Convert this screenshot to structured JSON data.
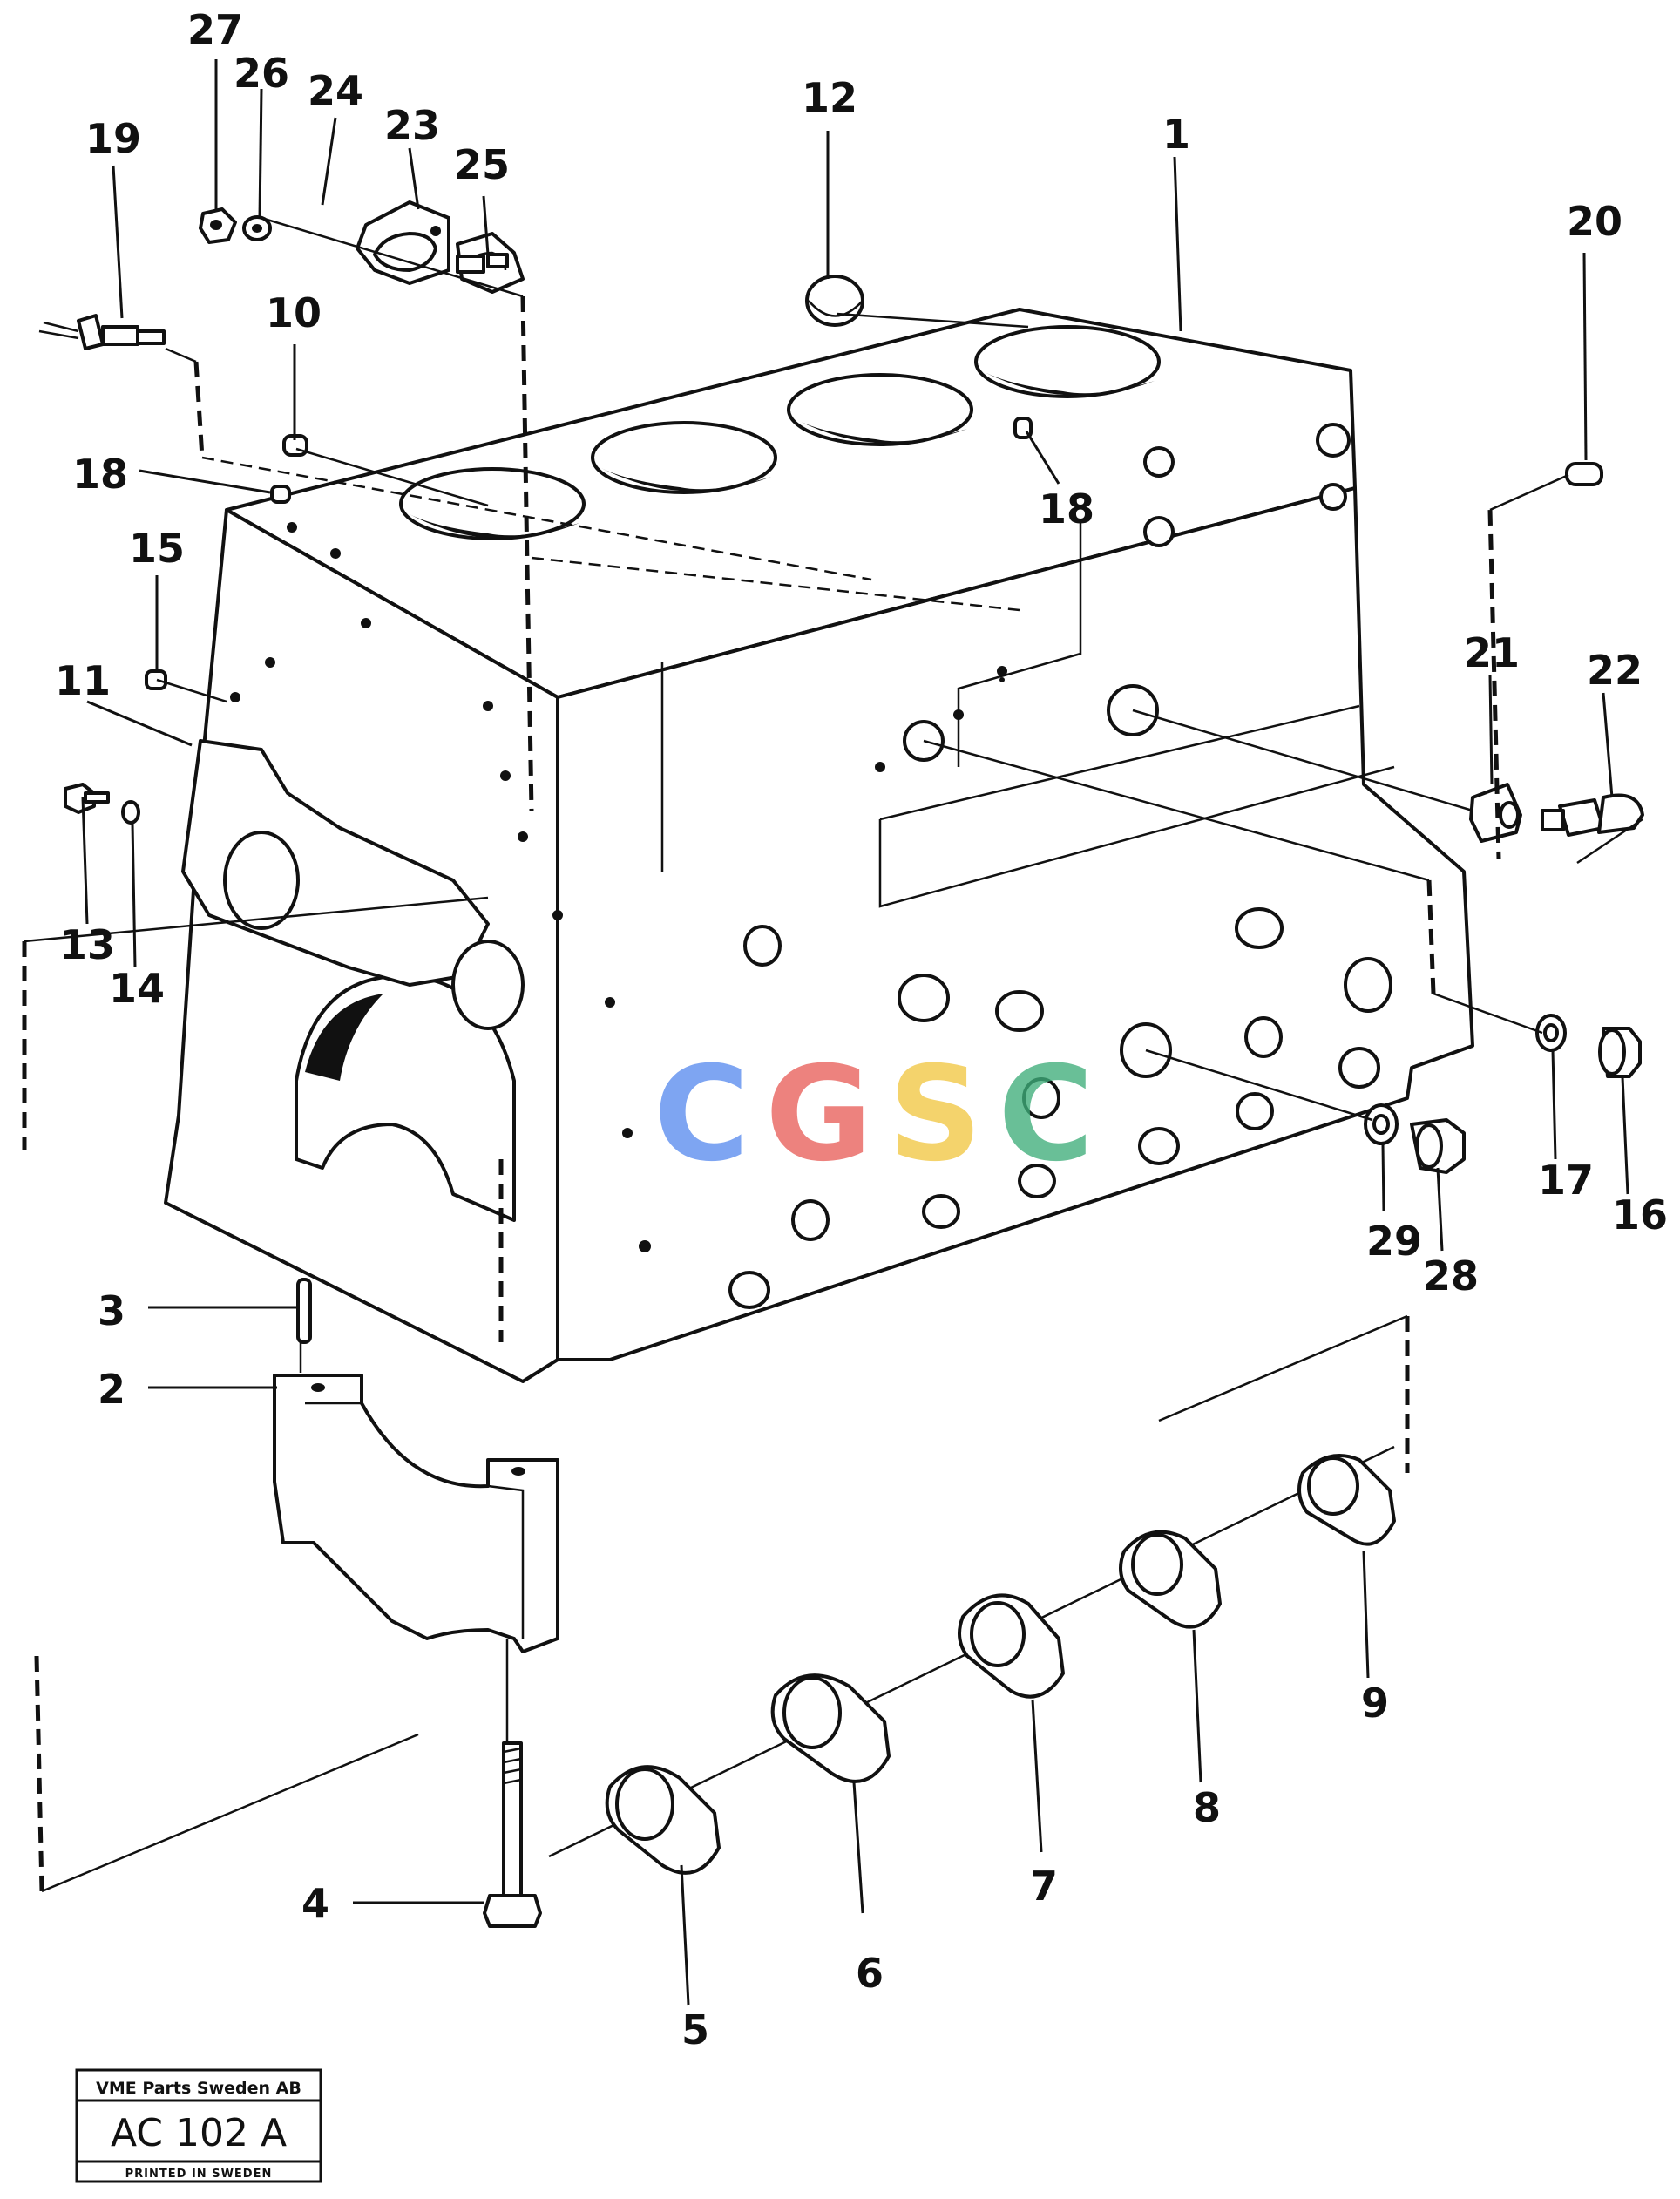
{
  "diagram": {
    "callouts": [
      {
        "id": "1",
        "label": "1"
      },
      {
        "id": "2",
        "label": "2"
      },
      {
        "id": "3",
        "label": "3"
      },
      {
        "id": "4",
        "label": "4"
      },
      {
        "id": "5",
        "label": "5"
      },
      {
        "id": "6",
        "label": "6"
      },
      {
        "id": "7",
        "label": "7"
      },
      {
        "id": "8",
        "label": "8"
      },
      {
        "id": "9",
        "label": "9"
      },
      {
        "id": "10",
        "label": "10"
      },
      {
        "id": "11",
        "label": "11"
      },
      {
        "id": "12",
        "label": "12"
      },
      {
        "id": "13",
        "label": "13"
      },
      {
        "id": "14",
        "label": "14"
      },
      {
        "id": "15",
        "label": "15"
      },
      {
        "id": "16",
        "label": "16"
      },
      {
        "id": "17",
        "label": "17"
      },
      {
        "id": "18a",
        "label": "18"
      },
      {
        "id": "18b",
        "label": "18"
      },
      {
        "id": "19",
        "label": "19"
      },
      {
        "id": "20",
        "label": "20"
      },
      {
        "id": "21",
        "label": "21"
      },
      {
        "id": "22",
        "label": "22"
      },
      {
        "id": "23",
        "label": "23"
      },
      {
        "id": "24",
        "label": "24"
      },
      {
        "id": "25",
        "label": "25"
      },
      {
        "id": "26",
        "label": "26"
      },
      {
        "id": "27",
        "label": "27"
      },
      {
        "id": "28",
        "label": "28"
      },
      {
        "id": "29",
        "label": "29"
      }
    ]
  },
  "stamp": {
    "company": "VME Parts Sweden AB",
    "code": "AC 102 A",
    "printed": "PRINTED IN SWEDEN"
  },
  "watermark": {
    "text": "CGSC",
    "colors": [
      "#5b8def",
      "#e8605a",
      "#f2c744",
      "#3fae7a"
    ]
  }
}
